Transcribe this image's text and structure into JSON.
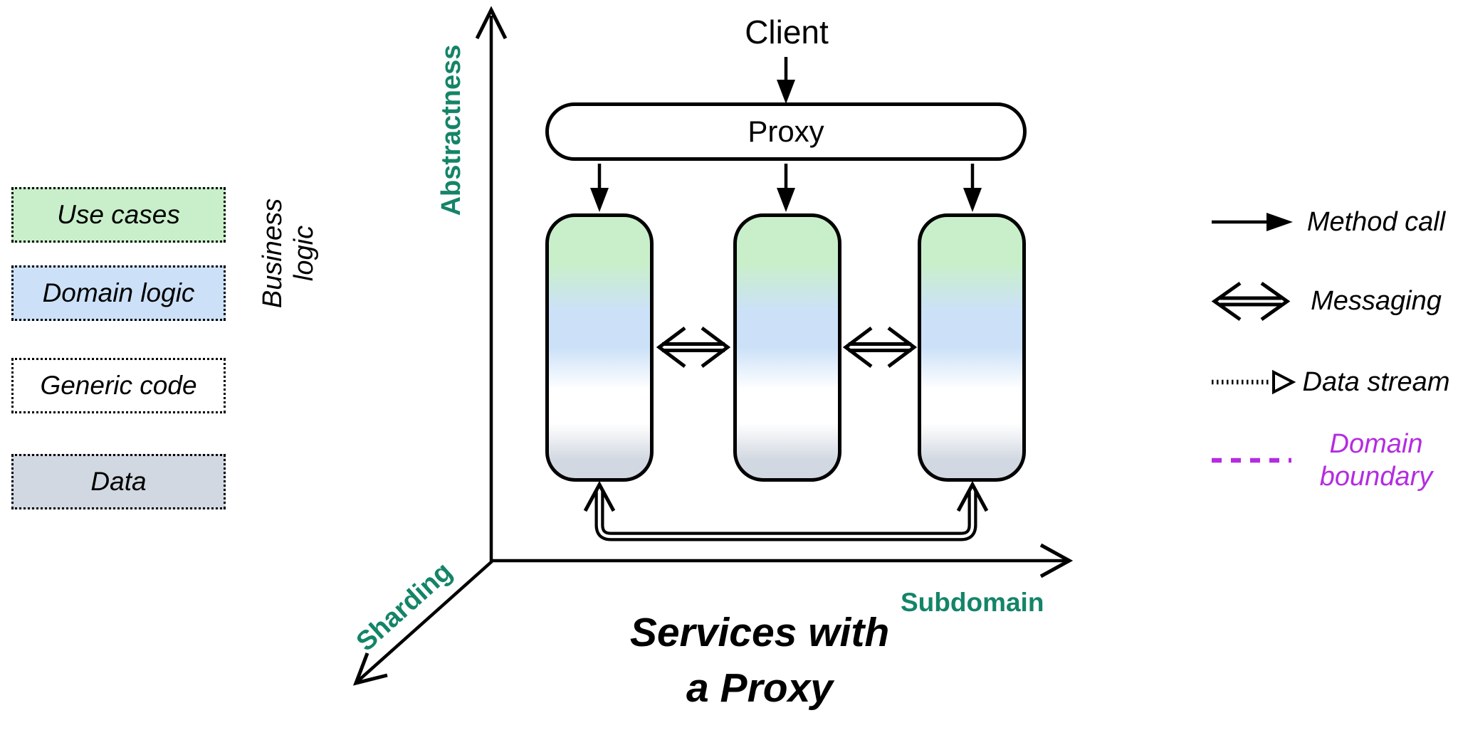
{
  "palette": {
    "teal": "#148468",
    "magenta": "#b42ce0",
    "green": "#c9efca",
    "blue": "#cce1f8",
    "white": "#ffffff",
    "gray": "#d2d8e1"
  },
  "diagram": {
    "client_label": "Client",
    "proxy_label": "Proxy",
    "title_line1": "Services with",
    "title_line2": "a Proxy",
    "axes": {
      "vertical_label": "Abstractness",
      "horizontal_label": "Subdomain",
      "diagonal_label": "Sharding"
    },
    "services_count": 3
  },
  "layer_legend": {
    "group_label_line1": "Business",
    "group_label_line2": "logic",
    "items": [
      {
        "label": "Use cases",
        "color": "#c9efca"
      },
      {
        "label": "Domain logic",
        "color": "#cce1f8"
      },
      {
        "label": "Generic code",
        "color": "#ffffff"
      },
      {
        "label": "Data",
        "color": "#d2d8e1"
      }
    ]
  },
  "arrow_legend": {
    "method_call_label": "Method call",
    "messaging_label": "Messaging",
    "data_stream_label": "Data stream",
    "domain_boundary_line1": "Domain",
    "domain_boundary_line2": "boundary",
    "domain_boundary_color": "#b42ce0"
  }
}
